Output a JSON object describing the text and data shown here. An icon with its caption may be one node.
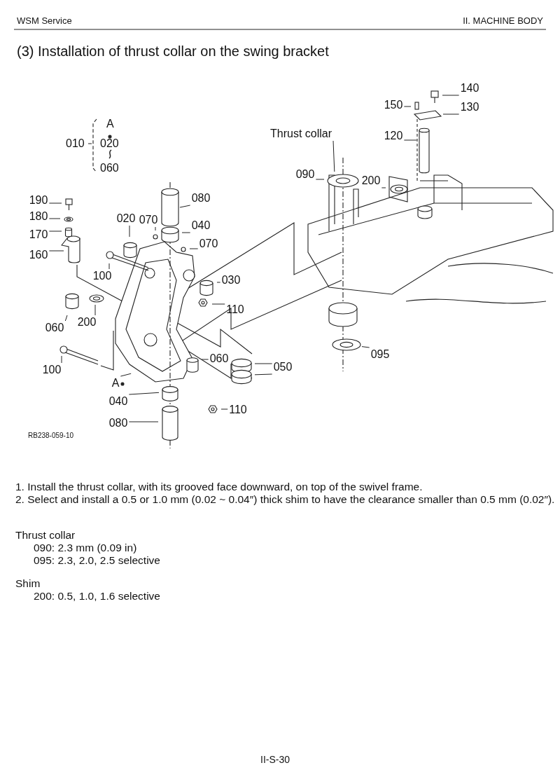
{
  "diagram": {
    "title": "(3) Installation of thrust collar on the swing bracket",
    "nodes": [
      {
        "text": [
          "Thrust collar"
        ]
      },
      {
        "text": [
          "140"
        ]
      },
      {
        "text": [
          "150"
        ]
      },
      {
        "text": [
          "130"
        ]
      },
      {
        "text": [
          "120"
        ]
      },
      {
        "text": [
          "090"
        ]
      },
      {
        "text": [
          "200"
        ]
      },
      {
        "text": [
          "095"
        ]
      },
      {
        "text": [
          "190"
        ]
      },
      {
        "text": [
          "180"
        ]
      },
      {
        "text": [
          "170"
        ]
      },
      {
        "text": [
          "160"
        ]
      },
      {
        "text": [
          "080"
        ]
      },
      {
        "text": [
          "020"
        ]
      },
      {
        "text": [
          "070"
        ]
      },
      {
        "text": [
          "040"
        ]
      },
      {
        "text": [
          "070"
        ]
      },
      {
        "text": [
          "100"
        ]
      },
      {
        "text": [
          "030"
        ]
      },
      {
        "text": [
          "110"
        ]
      },
      {
        "text": [
          "060"
        ]
      },
      {
        "text": [
          "200"
        ]
      },
      {
        "text": [
          "100"
        ]
      },
      {
        "text": [
          "060"
        ]
      },
      {
        "text": [
          "050"
        ]
      },
      {
        "text": [
          "A"
        ]
      },
      {
        "text": [
          "040"
        ]
      },
      {
        "text": [
          "110"
        ]
      },
      {
        "text": [
          "080"
        ]
      }
    ],
    "edges": [
      {
        "from": 0,
        "to": null,
        "arrow": "none"
      },
      {
        "from": 1,
        "to": null,
        "arrow": "none"
      },
      {
        "from": 2,
        "to": null,
        "arrow": "none"
      },
      {
        "from": 3,
        "to": null,
        "arrow": "none"
      },
      {
        "from": 4,
        "to": null,
        "arrow": "none"
      },
      {
        "from": 5,
        "to": null,
        "arrow": "none"
      },
      {
        "from": 6,
        "to": null,
        "arrow": "none"
      },
      {
        "from": 7,
        "to": null,
        "arrow": "none"
      },
      {
        "from": 8,
        "to": null,
        "arrow": "none"
      },
      {
        "from": 9,
        "to": null,
        "arrow": "none"
      },
      {
        "from": 10,
        "to": null,
        "arrow": "none"
      },
      {
        "from": 11,
        "to": null,
        "arrow": "none"
      },
      {
        "from": 12,
        "to": null,
        "arrow": "none"
      },
      {
        "from": 13,
        "to": null,
        "arrow": "none"
      },
      {
        "from": 14,
        "to": null,
        "arrow": "none"
      },
      {
        "from": 15,
        "to": null,
        "arrow": "none"
      },
      {
        "from": 16,
        "to": null,
        "arrow": "none"
      },
      {
        "from": 17,
        "to": null,
        "arrow": "none"
      },
      {
        "from": 18,
        "to": null,
        "arrow": "none"
      },
      {
        "from": 19,
        "to": null,
        "arrow": "none"
      },
      {
        "from": 20,
        "to": null,
        "arrow": "none"
      },
      {
        "from": 21,
        "to": null,
        "arrow": "none"
      },
      {
        "from": 22,
        "to": null,
        "arrow": "none"
      },
      {
        "from": 23,
        "to": null,
        "arrow": "none"
      },
      {
        "from": 24,
        "to": null,
        "arrow": "none"
      },
      {
        "from": 24,
        "to": null,
        "arrow": "none"
      },
      {
        "from": 25,
        "to": null,
        "arrow": "none"
      },
      {
        "from": 26,
        "to": null,
        "arrow": "none"
      },
      {
        "from": 27,
        "to": null,
        "arrow": "none"
      },
      {
        "from": 28,
        "to": null,
        "arrow": "none"
      }
    ],
    "labels": [
      "WSM Service",
      "II. MACHINE BODY",
      "010",
      "A",
      "020",
      "060",
      "RB238-059-10",
      "1. Install the thrust collar, with its grooved face downward, on top of the swivel frame.",
      "2. Select and install a 0.5 or 1.0 mm (0.02 ~ 0.04″) thick shim to have the clearance smaller than 0.5 mm (0.02″).",
      "Thrust collar",
      "090: 2.3 mm (0.09 in)",
      "095: 2.3, 2.0, 2.5 selective",
      "Shim",
      "200: 0.5, 1.0, 1.6 selective",
      "II-S-30"
    ]
  }
}
